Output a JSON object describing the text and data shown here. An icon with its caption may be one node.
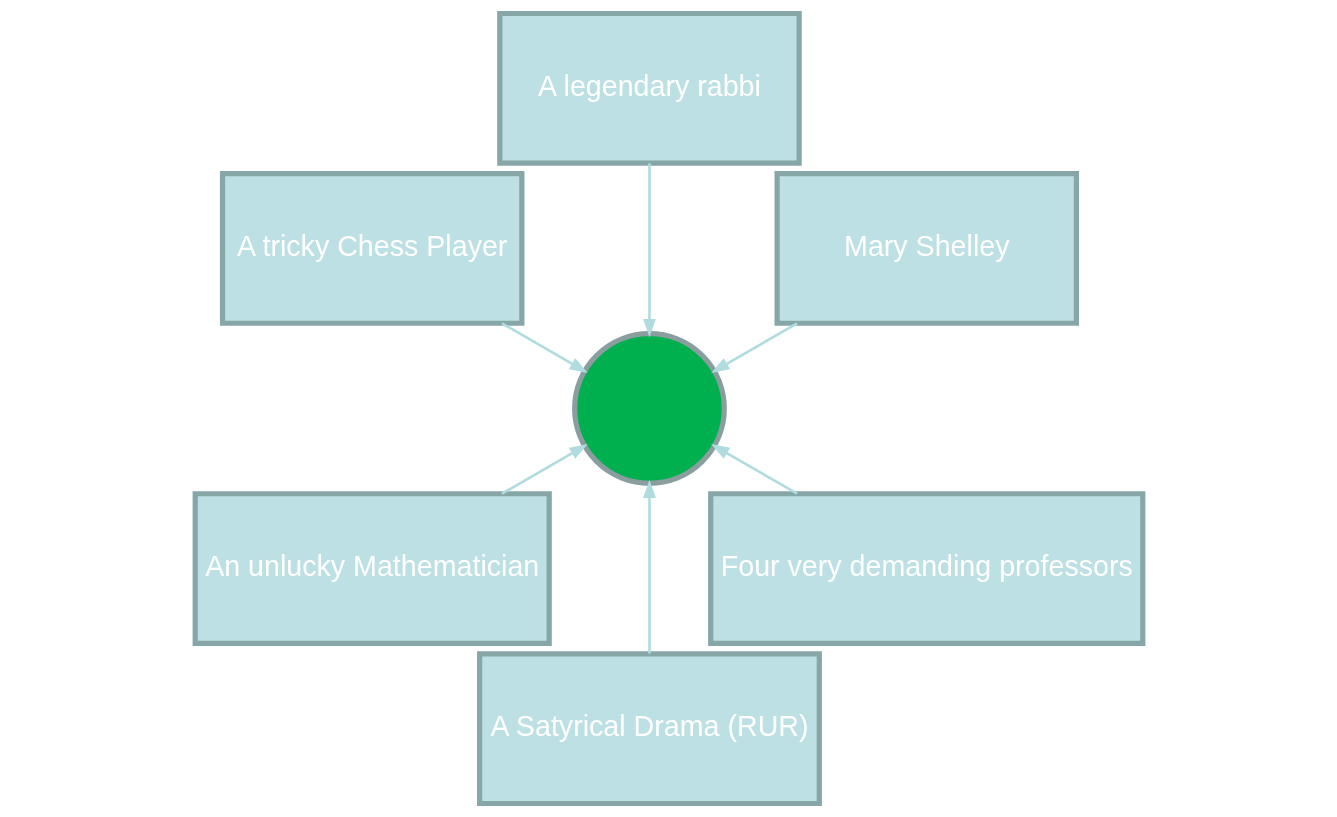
{
  "diagram": {
    "nodes": [
      {
        "text": [
          "Mary Shelley"
        ]
      },
      {
        "text": [
          "A legendary rabbi"
        ]
      },
      {
        "text": [
          "A tricky Chess Player"
        ]
      },
      {
        "text": [
          "An unlucky Mathematician"
        ]
      },
      {
        "text": [
          "A Satyrical Drama (RUR)"
        ]
      },
      {
        "text": [
          "Four very demanding professors"
        ]
      },
      {
        "text": [],
        "shape": "circle"
      }
    ],
    "edges": [
      {
        "from": 0,
        "to": 6,
        "arrow": "to"
      },
      {
        "from": 1,
        "to": 6,
        "arrow": "to"
      },
      {
        "from": 2,
        "to": 6,
        "arrow": "to"
      },
      {
        "from": 3,
        "to": 6,
        "arrow": "to"
      },
      {
        "from": 4,
        "to": 6,
        "arrow": "to"
      },
      {
        "from": 5,
        "to": 6,
        "arrow": "to"
      }
    ]
  }
}
